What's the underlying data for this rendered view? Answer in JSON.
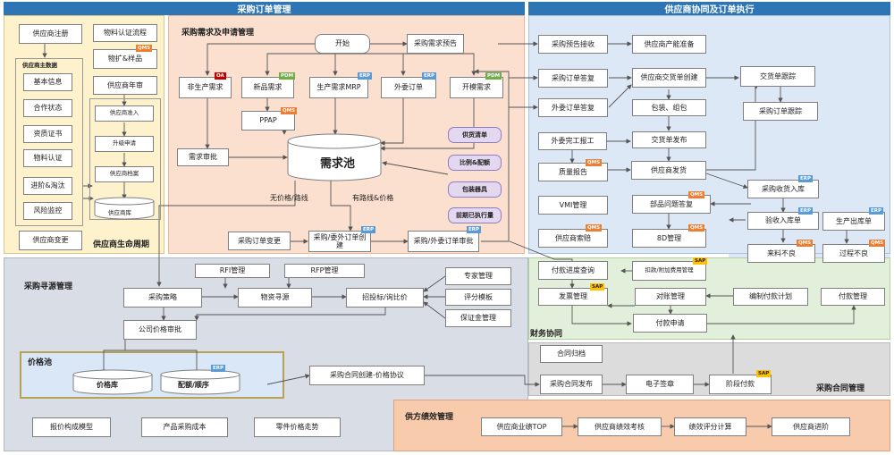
{
  "colors": {
    "header_band": "#2e75b6",
    "order_region": "#fbe0cf",
    "lifecycle_region": "#fdf2cc",
    "collab_region": "#dce8f6",
    "sourcing_region": "#d9dde6",
    "finance_region": "#e2efda",
    "contract_region": "#dcdcdc",
    "performance_region": "#f8cbad",
    "price_pool_region": "#d9e7f7",
    "stack_item": "#e3d8f0"
  },
  "headers": {
    "order_mgmt": "采购订单管理",
    "supplier_collab": "供应商协同及订单执行"
  },
  "sections": {
    "demand": "采购需求及申请管理",
    "lifecycle": "供应商生命周期",
    "sourcing": "采购寻源管理",
    "price_pool": "价格池",
    "finance": "财务协同",
    "contract": "采购合同管理",
    "performance": "供方绩效管理"
  },
  "lifecycle": {
    "register": "供应商注册",
    "master_data": "供应商主数据",
    "basic_info": "基本信息",
    "cooperation": "合作状态",
    "qualification": "资质证书",
    "material_cert": "物料认证",
    "phase_out": "进阶&淘汰",
    "risk": "风险监控",
    "change": "供应商变更",
    "cert_flow": "物料认证流程",
    "samples": "物扩&样品",
    "annual_review": "供应商年审",
    "onboarding": "供应商准入",
    "upgrade": "升级申请",
    "archive": "供应商档案",
    "library": "供应商库"
  },
  "demand": {
    "start": "开始",
    "forecast": "采购需求预告",
    "non_prod": "非生产需求",
    "new_product": "新品需求",
    "mrp": "生产需求MRP",
    "outsourcing": "外委订单",
    "mold": "开模需求",
    "ppap": "PPAP",
    "review": "需求审批",
    "pool": "需求池",
    "list_supply": "供货清单",
    "list_ratio": "比例&配额",
    "list_pack": "包装器具",
    "list_done": "前期已执行量",
    "no_route": "无价格/路线",
    "with_route": "有路线&价格",
    "order_change": "采购订单变更",
    "order_create": "采购/委外订单创建",
    "order_approve": "采购/外委订单审批"
  },
  "collab": {
    "forecast_receive": "采购预告接收",
    "capacity": "供应商产能准备",
    "order_reply": "采购订单答复",
    "outsource_reply": "外委订单答复",
    "delivery_create": "供应商交货单创建",
    "packing": "包装、组包",
    "delivery_release": "交货单发布",
    "outsource_done": "外委完工报工",
    "quality_report": "质量报告",
    "shipment": "供应商发货",
    "vmi": "VMI管理",
    "claim": "供应商索赔",
    "issue_reply": "部品问题答复",
    "eight_d": "8D管理",
    "delivery_track": "交货单跟踪",
    "order_track": "采购订单跟踪",
    "receive_in": "采购收货入库",
    "inspection_in": "验收入库单",
    "prod_out": "生产出库单",
    "incoming_bad": "来料不良",
    "process_bad": "过程不良"
  },
  "finance": {
    "payment_query": "付款进度查询",
    "deduction": "扣款/附加费用管理",
    "invoice": "发票管理",
    "reconcile": "对账管理",
    "plan": "编制付款计划",
    "payment_mgmt": "付款管理",
    "payment_apply": "付款申请"
  },
  "sourcing": {
    "rfi": "RFI管理",
    "rfp": "RFP管理",
    "strategy": "采购策略",
    "material": "物资寻源",
    "bidding": "招投标/询比价",
    "experts": "专家管理",
    "templates": "评分模板",
    "deposit": "保证金管理",
    "price_approve": "公司价格审批",
    "price_lib": "价格库",
    "quota": "配额/顺序",
    "cost_model": "报价构成模型",
    "product_cost": "产品采购成本",
    "price_trend": "零件价格走势"
  },
  "contract": {
    "create": "采购合同创建-价格协议",
    "archive": "合同归档",
    "publish": "采购合同发布",
    "esign": "电子签章",
    "staged_pay": "阶段付款"
  },
  "performance": {
    "top": "供应商业绩TOP",
    "assess": "供应商绩效考核",
    "score": "绩效评分计算",
    "grade": "供应商进阶"
  },
  "tags": {
    "oa": "OA",
    "pdm": "PDM",
    "erp": "ERP",
    "qms": "QMS",
    "sap": "SAP"
  }
}
